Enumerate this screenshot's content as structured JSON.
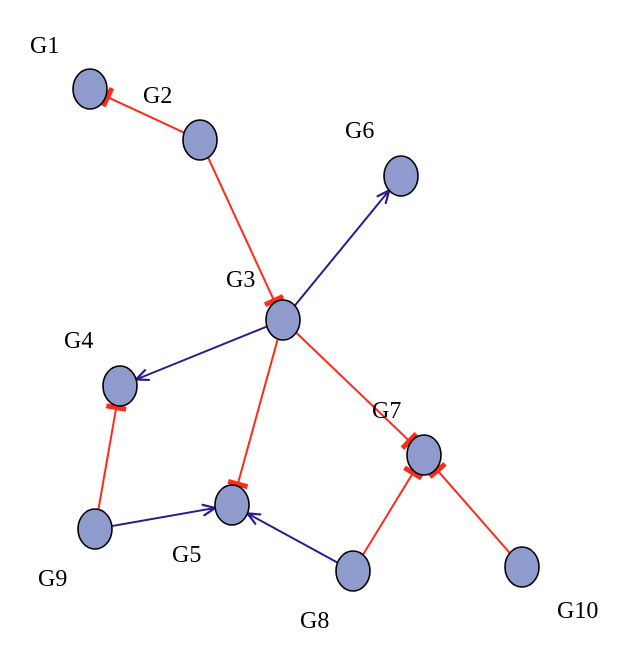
{
  "diagram": {
    "type": "gene-regulatory-network",
    "colors": {
      "node_fill": "#8F9BCC",
      "node_stroke": "#000000",
      "inhibition": "#FF2A1A",
      "activation": "#2B1B8F",
      "label": "#000000"
    },
    "nodes": [
      {
        "id": "G1",
        "label": "G1"
      },
      {
        "id": "G2",
        "label": "G2"
      },
      {
        "id": "G3",
        "label": "G3"
      },
      {
        "id": "G4",
        "label": "G4"
      },
      {
        "id": "G5",
        "label": "G5"
      },
      {
        "id": "G6",
        "label": "G6"
      },
      {
        "id": "G7",
        "label": "G7"
      },
      {
        "id": "G8",
        "label": "G8"
      },
      {
        "id": "G9",
        "label": "G9"
      },
      {
        "id": "G10",
        "label": "G10"
      }
    ],
    "edges": [
      {
        "from": "G2",
        "to": "G1",
        "kind": "inhibition"
      },
      {
        "from": "G2",
        "to": "G3",
        "kind": "inhibition"
      },
      {
        "from": "G3",
        "to": "G6",
        "kind": "activation"
      },
      {
        "from": "G3",
        "to": "G4",
        "kind": "activation"
      },
      {
        "from": "G3",
        "to": "G5",
        "kind": "inhibition"
      },
      {
        "from": "G3",
        "to": "G7",
        "kind": "inhibition"
      },
      {
        "from": "G9",
        "to": "G4",
        "kind": "inhibition"
      },
      {
        "from": "G9",
        "to": "G5",
        "kind": "activation"
      },
      {
        "from": "G8",
        "to": "G5",
        "kind": "activation"
      },
      {
        "from": "G8",
        "to": "G7",
        "kind": "inhibition"
      },
      {
        "from": "G10",
        "to": "G7",
        "kind": "inhibition"
      }
    ]
  }
}
